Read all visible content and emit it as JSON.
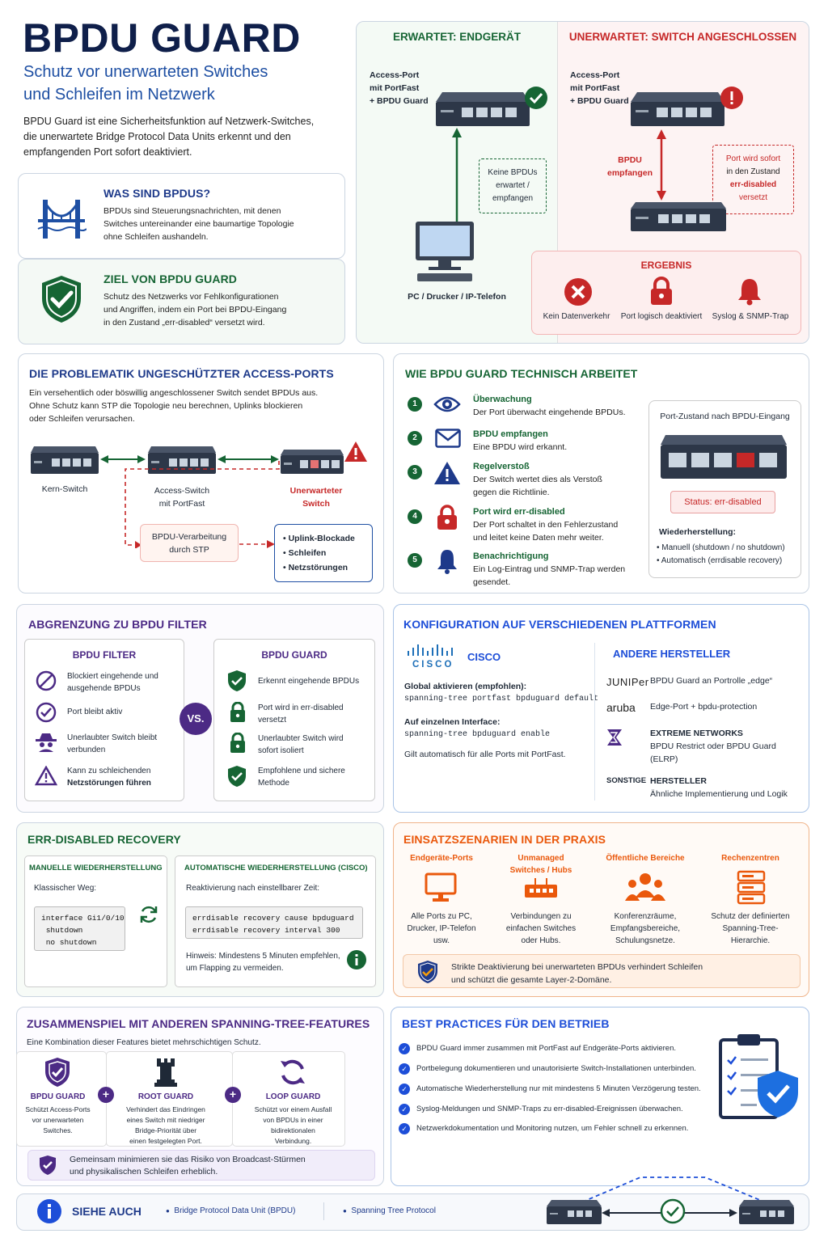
{
  "title": "BPDU GUARD",
  "subtitle_1": "Schutz vor unerwarteten Switches",
  "subtitle_2": "und Schleifen im Netzwerk",
  "intro_1": "BPDU Guard ist eine Sicherheitsfunktion auf Netzwerk-Switches,",
  "intro_2": "die unerwartete Bridge Protocol Data Units erkennt und den",
  "intro_3": "empfangenden Port sofort deaktiviert.",
  "what": {
    "title": "WAS SIND BPDUs?",
    "l1": "BPDUs sind Steuerungsnachrichten, mit denen",
    "l2": "Switches untereinander eine baumartige Topologie",
    "l3": "ohne Schleifen aushandeln.",
    "icon": "bridge-icon"
  },
  "goal": {
    "title": "ZIEL VON BPDU GUARD",
    "l1": "Schutz des Netzwerks vor Fehlkonfigurationen",
    "l2": "und Angriffen, indem ein Port bei BPDU-Eingang",
    "l3": "in den Zustand „err-disabled“ versetzt wird.",
    "icon": "shield-check-icon"
  },
  "expected": {
    "title": "ERWARTET: ENDGERÄT",
    "port_1": "Access-Port",
    "port_2": "mit PortFast",
    "port_3": "+ BPDU Guard",
    "note_1": "Keine BPDUs",
    "note_2": "erwartet /",
    "note_3": "empfangen",
    "device": "PC / Drucker / IP-Telefon"
  },
  "unexpected": {
    "title": "UNERWARTET: SWITCH ANGESCHLOSSEN",
    "port_1": "Access-Port",
    "port_2": "mit PortFast",
    "port_3": "+ BPDU Guard",
    "bpdu_1": "BPDU",
    "bpdu_2": "empfangen",
    "note_1": "Port wird sofort",
    "note_2": "in den Zustand",
    "note_3": "err-disabled",
    "note_4": "versetzt"
  },
  "result": {
    "title": "ERGEBNIS",
    "items": [
      "Kein Datenverkehr",
      "Port logisch deaktiviert",
      "Syslog & SNMP-Trap"
    ]
  },
  "problem": {
    "title": "DIE PROBLEMATIK UNGESCHÜTZTER ACCESS-PORTS",
    "l1": "Ein versehentlich oder böswillig angeschlossener Switch sendet BPDUs aus.",
    "l2": "Ohne Schutz kann STP die Topologie neu berechnen, Uplinks blockieren",
    "l3": "oder Schleifen verursachen.",
    "core": "Kern-Switch",
    "access_1": "Access-Switch",
    "access_2": "mit PortFast",
    "rogue_1": "Unerwarteter",
    "rogue_2": "Switch",
    "proc_1": "BPDU-Verarbeitung",
    "proc_2": "durch STP",
    "effects": [
      "Uplink-Blockade",
      "Schleifen",
      "Netzstörungen"
    ]
  },
  "tech": {
    "title": "WIE BPDU GUARD TECHNISCH ARBEITET",
    "steps": [
      {
        "n": "1",
        "title": "Überwachung",
        "l1": "Der Port überwacht eingehende BPDUs.",
        "l2": ""
      },
      {
        "n": "2",
        "title": "BPDU empfangen",
        "l1": "Eine BPDU wird erkannt.",
        "l2": ""
      },
      {
        "n": "3",
        "title": "Regelverstoß",
        "l1": "Der Switch wertet dies als Verstoß",
        "l2": "gegen die Richtlinie."
      },
      {
        "n": "4",
        "title": "Port wird err-disabled",
        "l1": "Der Port schaltet in den Fehlerzustand",
        "l2": "und leitet keine Daten mehr weiter."
      },
      {
        "n": "5",
        "title": "Benachrichtigung",
        "l1": "Ein Log-Eintrag und SNMP-Trap werden",
        "l2": "gesendet."
      }
    ],
    "panel_title": "Port-Zustand nach BPDU-Eingang",
    "status": "Status: err-disabled",
    "recovery": "Wiederherstellung:",
    "rec_items": [
      "Manuell (shutdown / no shutdown)",
      "Automatisch (errdisable recovery)"
    ]
  },
  "filter": {
    "title": "ABGRENZUNG ZU BPDU FILTER",
    "left_title": "BPDU FILTER",
    "right_title": "BPDU GUARD",
    "vs": "VS.",
    "left": [
      [
        "Blockiert eingehende und",
        "ausgehende BPDUs"
      ],
      [
        "Port bleibt aktiv",
        ""
      ],
      [
        "Unerlaubter Switch bleibt",
        "verbunden"
      ],
      [
        "Kann zu schleichenden",
        "Netzstörungen führen"
      ]
    ],
    "right": [
      [
        "Erkennt eingehende BPDUs",
        ""
      ],
      [
        "Port wird in err-disabled",
        "versetzt"
      ],
      [
        "Unerlaubter Switch wird",
        "sofort isoliert"
      ],
      [
        "Empfohlene und sichere",
        "Methode"
      ]
    ]
  },
  "config": {
    "title": "KONFIGURATION AUF VERSCHIEDENEN PLATTFORMEN",
    "cisco_logo": "CISCO",
    "cisco": "CISCO",
    "global_label": "Global aktivieren (empfohlen):",
    "global_cmd": "spanning-tree portfast bpduguard default",
    "iface_label": "Auf einzelnen Interface:",
    "iface_cmd": "spanning-tree bpduguard enable",
    "note": "Gilt automatisch für alle Ports mit PortFast.",
    "others_title": "ANDERE HERSTELLER",
    "vendors": [
      {
        "logo": "JUNIPer",
        "l1": "BPDU Guard an Portrolle „edge“",
        "l2": ""
      },
      {
        "logo": "aruba",
        "l1": "Edge-Port + bpdu-protection",
        "l2": ""
      },
      {
        "logo": "",
        "l0": "EXTREME NETWORKS",
        "l1": "BPDU Restrict oder BPDU Guard",
        "l2": "(ELRP)"
      },
      {
        "logo": "SONSTIGE",
        "l0": "HERSTELLER",
        "l1": "Ähnliche Implementierung und Logik",
        "l2": ""
      }
    ]
  },
  "recovery": {
    "title": "ERR-DISABLED RECOVERY",
    "manual_title": "MANUELLE WIEDERHERSTELLUNG",
    "manual_way": "Klassischer Weg:",
    "manual_code": "interface Gi1/0/10\n shutdown\n no shutdown",
    "auto_title": "AUTOMATISCHE WIEDERHERSTELLUNG (CISCO)",
    "auto_way": "Reaktivierung nach einstellbarer Zeit:",
    "auto_code": "errdisable recovery cause bpduguard\nerrdisable recovery interval 300",
    "hint_1": "Hinweis: Mindestens 5 Minuten empfehlen,",
    "hint_2": "um Flapping zu vermeiden."
  },
  "scenarios": {
    "title": "EINSATZSZENARIEN IN DER PRAXIS",
    "items": [
      {
        "t1": "Endgeräte-Ports",
        "t2": "",
        "d1": "Alle Ports zu PC,",
        "d2": "Drucker, IP-Telefon",
        "d3": "usw."
      },
      {
        "t1": "Unmanaged",
        "t2": "Switches / Hubs",
        "d1": "Verbindungen zu",
        "d2": "einfachen Switches",
        "d3": "oder Hubs."
      },
      {
        "t1": "Öffentliche Bereiche",
        "t2": "",
        "d1": "Konferenzräume,",
        "d2": "Empfangsbereiche,",
        "d3": "Schulungsnetze."
      },
      {
        "t1": "Rechenzentren",
        "t2": "",
        "d1": "Schutz der definierten",
        "d2": "Spanning-Tree-",
        "d3": "Hierarchie."
      }
    ],
    "summary_1": "Strikte Deaktivierung bei unerwarteten BPDUs verhindert Schleifen",
    "summary_2": "und schützt die gesamte Layer-2-Domäne."
  },
  "interplay": {
    "title": "ZUSAMMENSPIEL MIT ANDEREN SPANNING-TREE-FEATURES",
    "sub": "Eine Kombination dieser Features bietet mehrschichtigen Schutz.",
    "items": [
      {
        "t": "BPDU GUARD",
        "l": [
          "Schützt Access-Ports",
          "vor unerwarteten",
          "Switches."
        ]
      },
      {
        "t": "ROOT GUARD",
        "l": [
          "Verhindert das Eindringen",
          "eines Switch mit niedriger",
          "Bridge-Priorität über",
          "einen festgelegten Port."
        ]
      },
      {
        "t": "LOOP GUARD",
        "l": [
          "Schützt vor einem Ausfall",
          "von BPDUs in einer",
          "bidirektionalen",
          "Verbindung."
        ]
      }
    ],
    "plus": "+",
    "summary_1": "Gemeinsam minimieren sie das Risiko von Broadcast-Stürmen",
    "summary_2": "und physikalischen Schleifen erheblich."
  },
  "best": {
    "title": "BEST PRACTICES FÜR DEN BETRIEB",
    "items": [
      "BPDU Guard immer zusammen mit PortFast auf Endgeräte-Ports aktivieren.",
      "Portbelegung dokumentieren und unautorisierte Switch-Installationen unterbinden.",
      "Automatische Wiederherstellung nur mit mindestens 5 Minuten Verzögerung testen.",
      "Syslog-Meldungen und SNMP-Traps zu err-disabled-Ereignissen überwachen.",
      "Netzwerkdokumentation und Monitoring nutzen, um Fehler schnell zu erkennen."
    ]
  },
  "see_also": {
    "title": "SIEHE AUCH",
    "links": [
      "Bridge Protocol Data Unit (BPDU)",
      "Spanning Tree Protocol"
    ]
  }
}
